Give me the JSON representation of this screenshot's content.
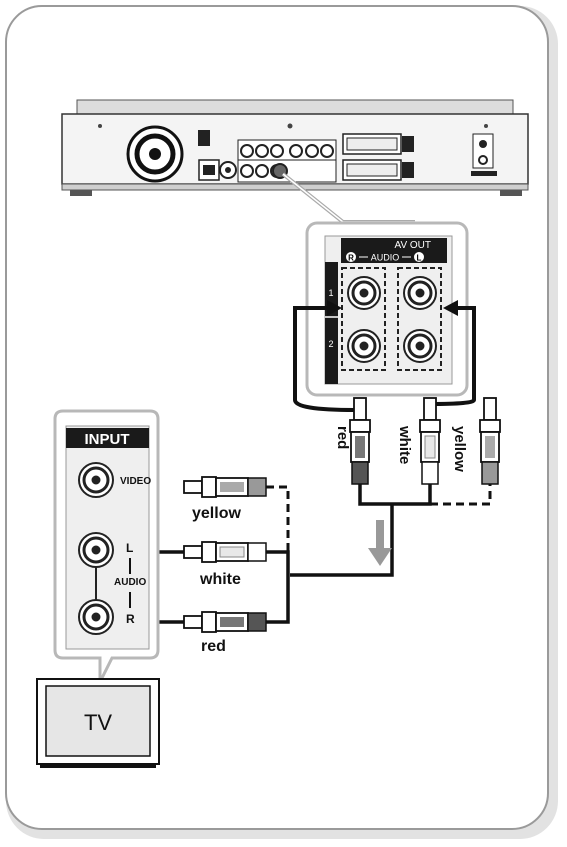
{
  "diagram": {
    "av_out_panel": {
      "title": "AV OUT",
      "audio_label": "AUDIO",
      "right_marker": "R",
      "left_marker": "L",
      "row_1": "1",
      "row_2": "2"
    },
    "tv_input_panel": {
      "title": "INPUT",
      "video_label": "VIDEO",
      "audio_label": "AUDIO",
      "left_marker": "L",
      "right_marker": "R"
    },
    "tv": {
      "label": "TV"
    },
    "plug_labels_top": {
      "red": "red",
      "white": "white",
      "yellow": "yellow"
    },
    "plug_labels_bottom": {
      "yellow": "yellow",
      "white": "white",
      "red": "red"
    }
  }
}
